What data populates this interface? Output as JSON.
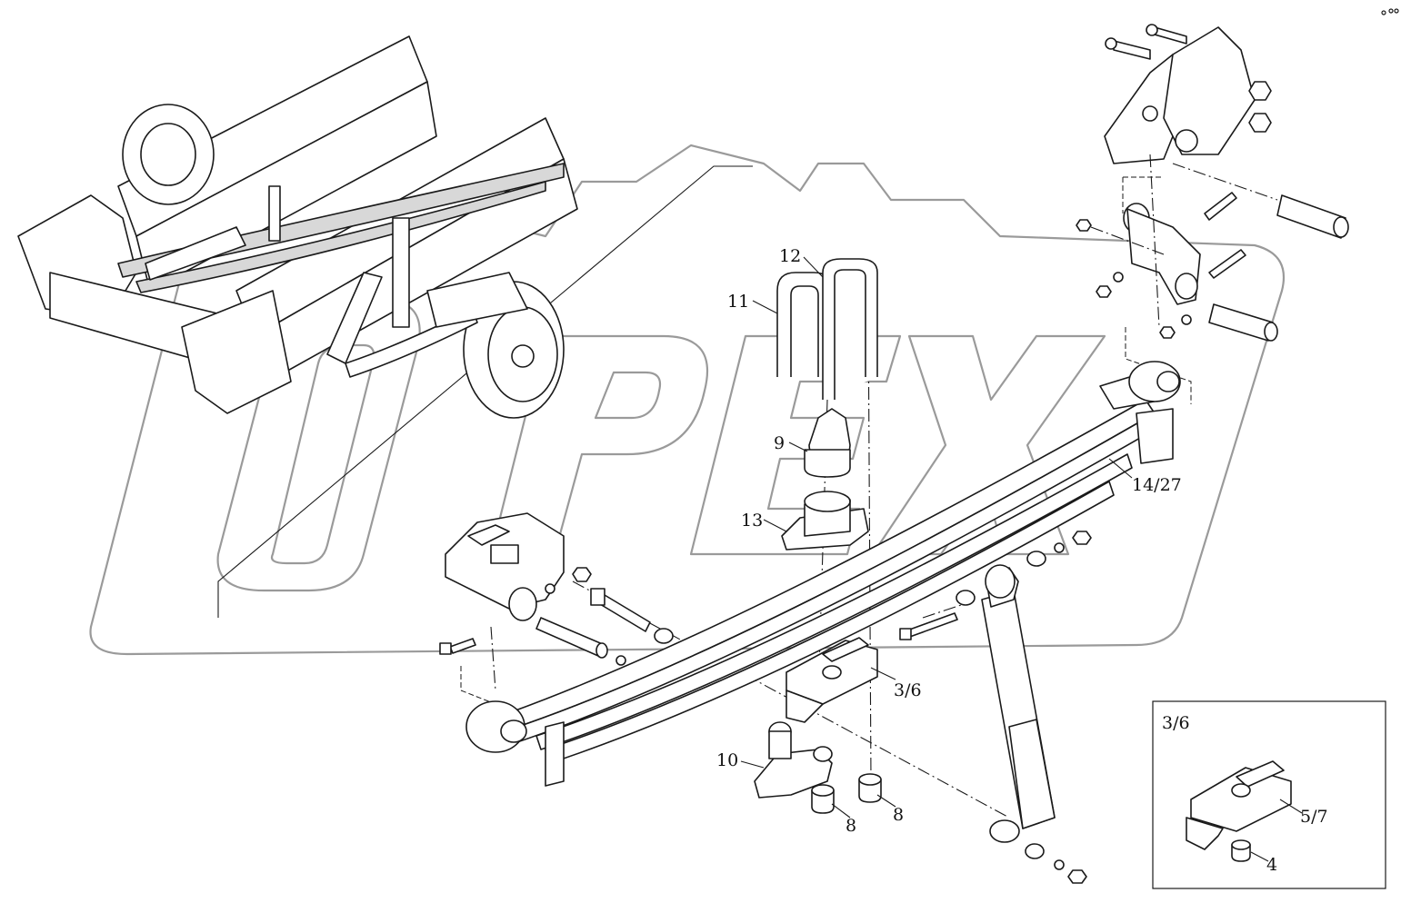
{
  "diagram": {
    "callouts": {
      "c3_6": "3/6",
      "c8a": "8",
      "c8b": "8",
      "c9": "9",
      "c10": "10",
      "c11": "11",
      "c12": "12",
      "c13": "13",
      "c14_27": "14/27"
    },
    "inset": {
      "title": "3/6",
      "label_5_7": "5/7",
      "label_4": "4"
    },
    "watermark_text": "OPEX"
  }
}
